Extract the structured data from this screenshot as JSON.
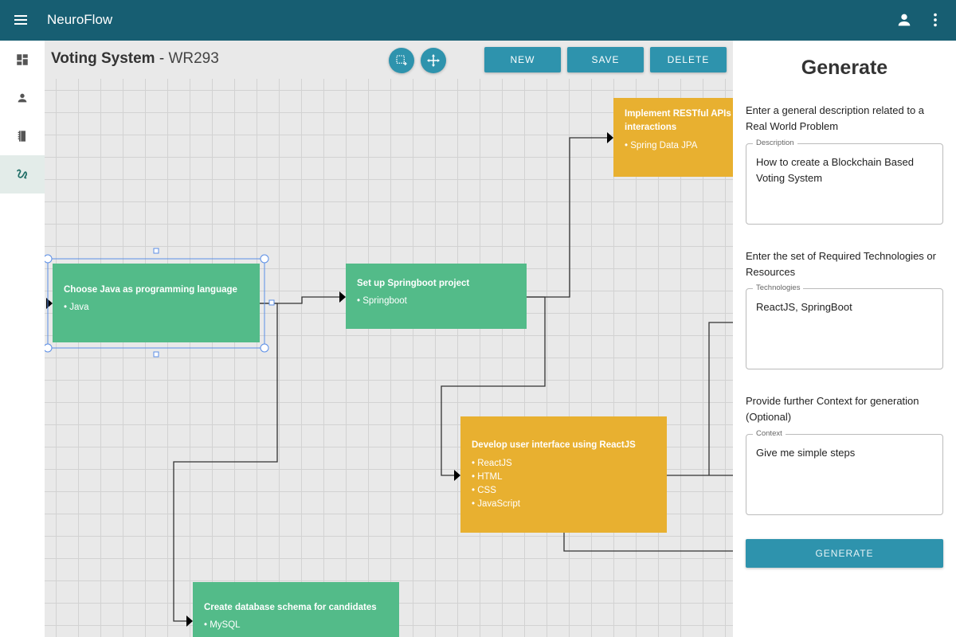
{
  "appbar": {
    "title": "NeuroFlow"
  },
  "sidebar": {
    "items": [
      "dashboard-icon",
      "person-icon",
      "notebook-icon",
      "flow-icon"
    ]
  },
  "document": {
    "title": "Voting System",
    "separator": " - ",
    "code": "WR293"
  },
  "toolbar": {
    "new_label": "NEW",
    "save_label": "SAVE",
    "delete_label": "DELETE"
  },
  "nodes": {
    "java": {
      "title": "Choose Java as programming language",
      "items": [
        "• Java"
      ]
    },
    "springboot": {
      "title": "Set up Springboot project",
      "items": [
        "• Springboot"
      ]
    },
    "restful": {
      "title_line1": "Implement RESTful APIs f",
      "title_line2": "interactions",
      "items": [
        "• Spring Data JPA"
      ]
    },
    "ui": {
      "title": "Develop user interface using ReactJS",
      "items": [
        "• ReactJS",
        "• HTML",
        "• CSS",
        "• JavaScript"
      ]
    },
    "db": {
      "title": "Create database schema for candidates",
      "items": [
        "• MySQL"
      ]
    }
  },
  "panel": {
    "heading": "Generate",
    "description_prompt": "Enter a general description related to a Real World Problem",
    "description_legend": "Description",
    "description_value": "How to create a Blockchain Based Voting System",
    "technologies_prompt": "Enter the set of Required Technologies or Resources",
    "technologies_legend": "Technologies",
    "technologies_value": "ReactJS, SpringBoot",
    "context_prompt": "Provide further Context for generation (Optional)",
    "context_legend": "Context",
    "context_value": "Give me simple steps",
    "generate_label": "GENERATE"
  },
  "colors": {
    "appbar": "#175e72",
    "accent": "#2e93ad",
    "green_node": "#53bb89",
    "yellow_node": "#e8b030",
    "selection": "#5b8ee6"
  }
}
